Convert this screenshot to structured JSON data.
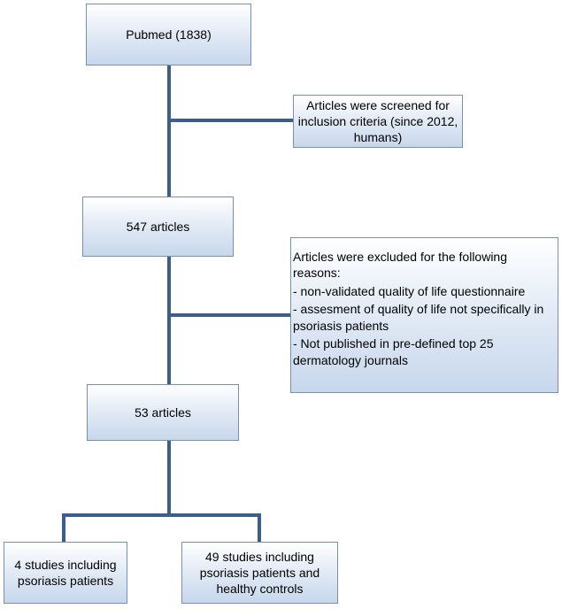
{
  "flowchart": {
    "pubmed": "Pubmed (1838)",
    "screening": "Articles were screened for inclusion criteria (since 2012, humans)",
    "after_screening": "547 articles",
    "exclusion": {
      "heading": "Articles were excluded for the following reasons:",
      "reasons": [
        "- non-validated quality of life questionnaire",
        "- assesment of quality of life not specifically in psoriasis patients",
        "- Not published in pre-defined top 25 dermatology journals"
      ]
    },
    "after_exclusion": "53 articles",
    "outcomes": [
      "4 studies including psoriasis patients",
      "49 studies including psoriasis patients and healthy controls"
    ]
  },
  "colors": {
    "connector": "#3b5f8a",
    "box_border": "#7a8fab",
    "box_gradient_top": "#ffffff",
    "box_gradient_bottom": "#c7d7ec"
  }
}
